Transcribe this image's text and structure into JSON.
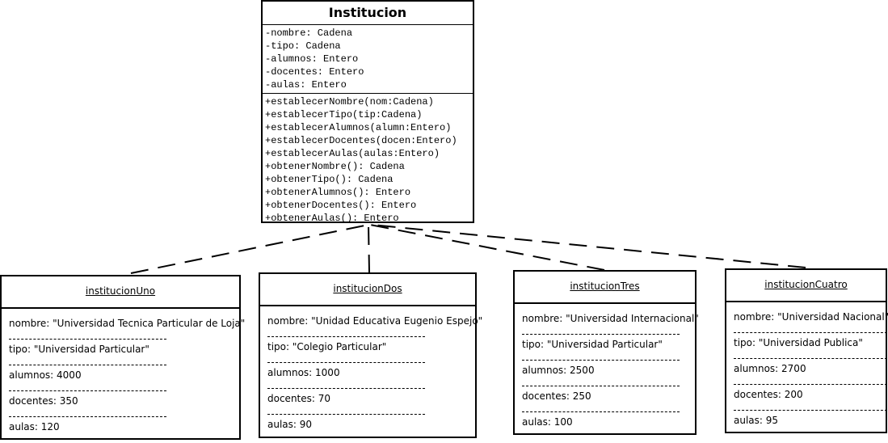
{
  "class": {
    "name": "Institucion",
    "attributes": [
      "-nombre: Cadena",
      "-tipo: Cadena",
      "-alumnos: Entero",
      "-docentes: Entero",
      "-aulas: Entero"
    ],
    "methods": [
      "+establecerNombre(nom:Cadena)",
      "+establecerTipo(tip:Cadena)",
      "+establecerAlumnos(alumn:Entero)",
      "+establecerDocentes(docen:Entero)",
      "+establecerAulas(aulas:Entero)",
      "+obtenerNombre(): Cadena",
      "+obtenerTipo(): Cadena",
      "+obtenerAlumnos(): Entero",
      "+obtenerDocentes(): Entero",
      "+obtenerAulas(): Entero"
    ]
  },
  "objects": [
    {
      "name": "institucionUno",
      "slots": [
        "nombre: \"Universidad Tecnica Particular de Loja\"",
        "tipo: \"Universidad Particular\"",
        "alumnos: 4000",
        "docentes: 350",
        "aulas: 120"
      ]
    },
    {
      "name": "institucionDos",
      "slots": [
        "nombre: \"Unidad Educativa Eugenio Espejo\"",
        "tipo: \"Colegio Particular\"",
        "alumnos: 1000",
        "docentes: 70",
        "aulas: 90"
      ]
    },
    {
      "name": "institucionTres",
      "slots": [
        "nombre: \"Universidad Internacional\"",
        "tipo: \"Universidad Particular\"",
        "alumnos: 2500",
        "docentes: 250",
        "aulas: 100"
      ]
    },
    {
      "name": "institucionCuatro",
      "slots": [
        "nombre: \"Universidad Nacional\"",
        "tipo: \"Universidad Publica\"",
        "alumnos: 2700",
        "docentes: 200",
        "aulas: 95"
      ]
    }
  ]
}
